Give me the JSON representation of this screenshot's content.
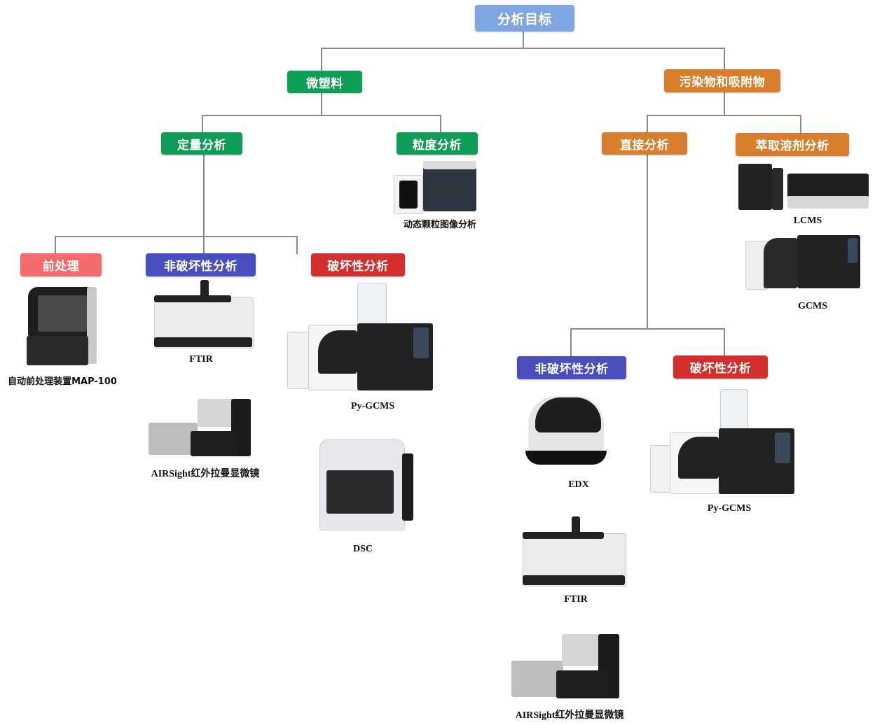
{
  "colors": {
    "root": "#7ea6e0",
    "green": "#0f9d58",
    "orange": "#d97e2c",
    "salmon": "#f46a6a",
    "indigo": "#4a4fbf",
    "red": "#d42f2f",
    "connector": "#8a8a8a"
  },
  "root": {
    "label": "分析目标"
  },
  "branches": {
    "microplastics": {
      "label": "微塑料",
      "quantitative": {
        "label": "定量分析",
        "pretreatment": {
          "label": "前处理",
          "instruments": [
            "自动前处理装置MAP-100"
          ]
        },
        "nondestructive": {
          "label": "非破坏性分析",
          "instruments": [
            "FTIR",
            "AIRSight红外拉曼显微镜"
          ]
        },
        "destructive": {
          "label": "破坏性分析",
          "instruments": [
            "Py-GCMS",
            "DSC"
          ]
        }
      },
      "particle_size": {
        "label": "粒度分析",
        "instruments": [
          "动态颗粒图像分析"
        ]
      }
    },
    "pollutants": {
      "label": "污染物和吸附物",
      "direct": {
        "label": "直接分析",
        "nondestructive": {
          "label": "非破坏性分析",
          "instruments": [
            "EDX",
            "FTIR",
            "AIRSight红外拉曼显微镜"
          ]
        },
        "destructive": {
          "label": "破坏性分析",
          "instruments": [
            "Py-GCMS"
          ]
        }
      },
      "solvent_extraction": {
        "label": "萃取溶剂分析",
        "instruments": [
          "LCMS",
          "GCMS"
        ]
      }
    }
  }
}
